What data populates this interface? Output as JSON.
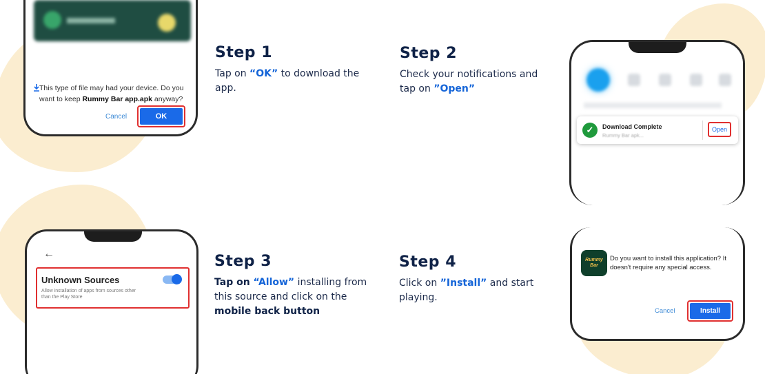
{
  "colors": {
    "accent": "#1565d8",
    "heading": "#0f2247",
    "blob": "#fbedd0",
    "highlight_box": "#e03030",
    "button": "#1a6ae8"
  },
  "steps": [
    {
      "title": "Step 1",
      "text_before": "Tap on ",
      "highlight": "“OK”",
      "text_after": " to download the app."
    },
    {
      "title": "Step 2",
      "text_before": "Check your notifications and tap on ",
      "highlight": "”Open”"
    },
    {
      "title": "Step 3",
      "bold_before": "Tap on ",
      "highlight": "“Allow”",
      "text_after": " installing from this source and click on the ",
      "bold_after": "mobile back button"
    },
    {
      "title": "Step 4",
      "text_before": "Click on ",
      "highlight": "”Install”",
      "text_after": "  and start playing."
    }
  ],
  "phone1": {
    "message_start": "This type of file may had your device. Do you want to keep ",
    "file_name": "Rummy Bar app.apk",
    "message_end": " anyway?",
    "cancel_label": "Cancel",
    "ok_label": "OK",
    "download_icon": "download-icon"
  },
  "phone2": {
    "notification_title": "Download Complete",
    "notification_file": "Rummy Bar apk...",
    "open_label": "Open",
    "check_icon": "check-circle-icon"
  },
  "phone3": {
    "back_icon": "arrow-left-icon",
    "setting_title": "Unknown Sources",
    "setting_desc": "Allow installation of apps from sources other than the Play Store",
    "toggle_on": true
  },
  "phone4": {
    "app_logo_text": "Rummy Bar",
    "question": "Do you want to install this application? It doesn't require any special access.",
    "cancel_label": "Cancel",
    "install_label": "Install"
  }
}
